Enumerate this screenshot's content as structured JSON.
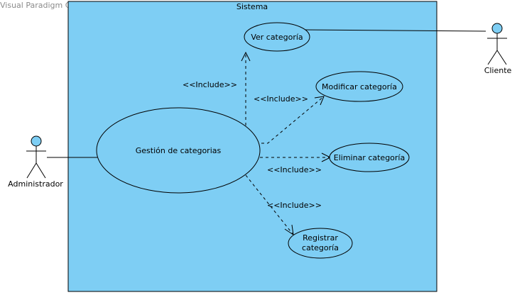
{
  "watermark": "Visual Paradigm Community Edition [not for commercial use]",
  "system": {
    "label": "Sistema",
    "fill": "#7ecef4"
  },
  "actors": {
    "admin": {
      "name": "Administrador"
    },
    "client": {
      "name": "Cliente"
    }
  },
  "use_cases": {
    "gestion": "Gestión de categorias",
    "ver": "Ver categoría",
    "modificar": "Modificar categoría",
    "eliminar": "Eliminar categoría",
    "registrar_line1": "Registrar",
    "registrar_line2": "categoría"
  },
  "relations": {
    "include_ver": "<<Include>>",
    "include_modificar": "<<Include>>",
    "include_eliminar": "<<Include>>",
    "include_registrar": "<<Include>>"
  }
}
